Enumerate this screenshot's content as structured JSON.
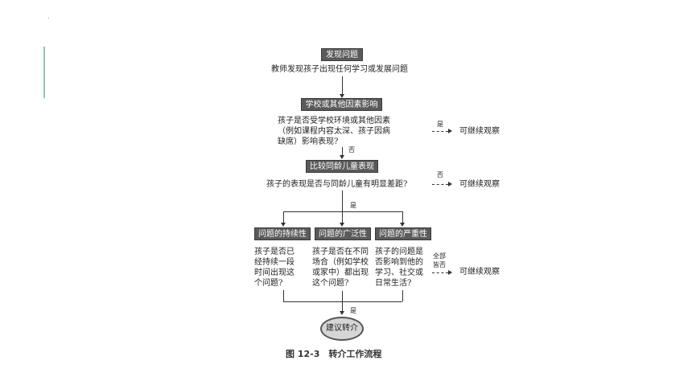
{
  "deco": {
    "dot": "."
  },
  "steps": {
    "discover": {
      "header": "发现问题",
      "text": "教师发现孩子出现任何学习或发展问题"
    },
    "school": {
      "header": "学校或其他因素影响",
      "lines": [
        "孩子是否受学校环境或其他因素",
        "（例如课程内容太深、孩子因病",
        "缺席）影响表现?"
      ],
      "yes": "是",
      "no": "否",
      "outcome": "可继续观察"
    },
    "compare": {
      "header": "比较同龄儿童表现",
      "text": "孩子的表现是否与同龄儿童有明显差距?",
      "no": "否",
      "outcome": "可继续观察",
      "yes": "是"
    },
    "criteria": [
      {
        "header": "问题的持续性",
        "lines": [
          "孩子是否已",
          "经持续一段",
          "时间出现这",
          "个问题?"
        ]
      },
      {
        "header": "问题的广泛性",
        "lines": [
          "孩子是否在不同",
          "场合（例如学校",
          "或家中）都出现",
          "这个问题?"
        ]
      },
      {
        "header": "问题的严重性",
        "lines": [
          "孩子的问题是",
          "否影响到他的",
          "学习、社交或",
          "日常生活?"
        ]
      }
    ],
    "criteria_no": {
      "label_1": "全部",
      "label_2": "皆否",
      "outcome": "可继续观察"
    },
    "final": {
      "yes": "是",
      "label": "建议转介"
    }
  },
  "caption": "图 12-3　转介工作流程",
  "colors": {
    "header_bg": "#5a5a5a",
    "accent_line": "#8fc6b0",
    "oval_bg": "#d6d6d6"
  }
}
